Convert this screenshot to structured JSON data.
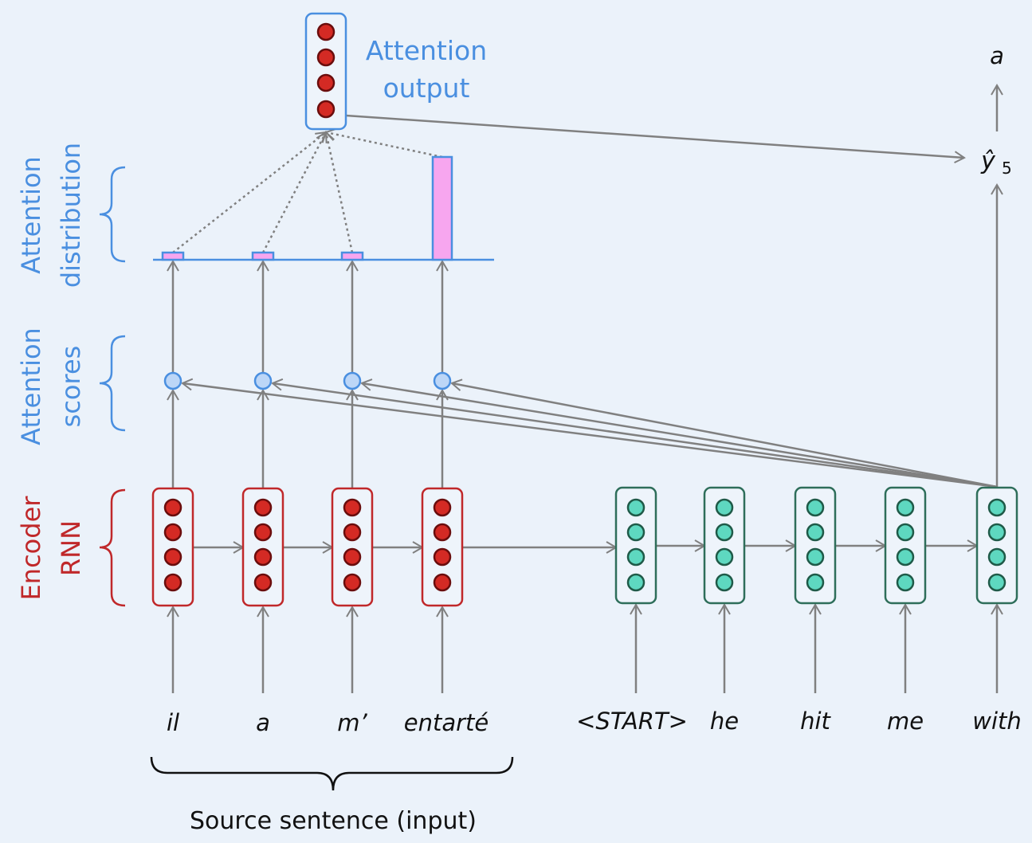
{
  "attention_output_label": [
    "Attention",
    "output"
  ],
  "output_word": "a",
  "prediction_label": "ŷ",
  "prediction_subscript": "5",
  "side_labels": {
    "attention_distribution": [
      "Attention",
      "distribution"
    ],
    "attention_scores": [
      "Attention",
      "scores"
    ],
    "encoder_rnn": [
      "Encoder",
      "RNN"
    ]
  },
  "source_words": [
    "il",
    "a",
    "m’",
    "entarté"
  ],
  "target_words": [
    "<START>",
    "he",
    "hit",
    "me",
    "with"
  ],
  "source_caption": "Source sentence (input)",
  "attention_distribution": [
    0.07,
    0.07,
    0.07,
    1.0
  ],
  "colors": {
    "background": "#ebf2fa",
    "encoder": "#c0282a",
    "decoder": "#2e6e5a",
    "decoder_node": "#5ed8c0",
    "attention": "#4a8fe0",
    "bar_fill": "#f7a6ef",
    "arrow": "#808080"
  }
}
